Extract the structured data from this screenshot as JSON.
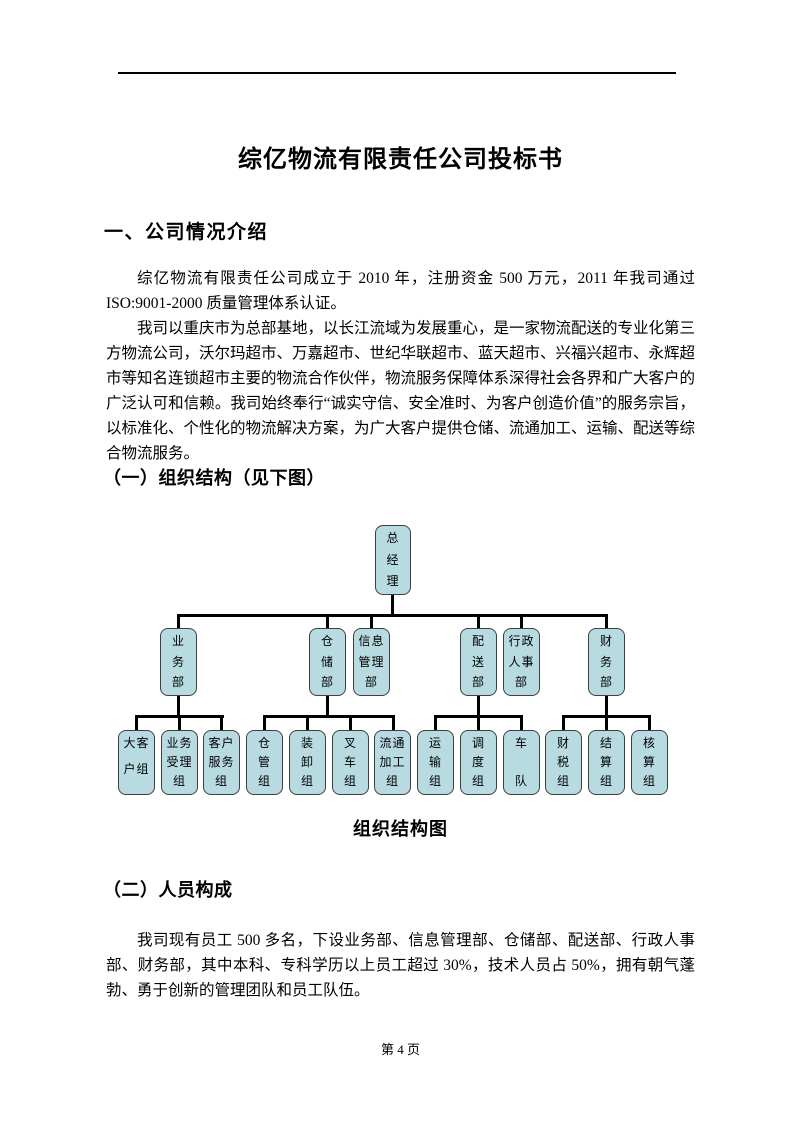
{
  "document": {
    "title": "综亿物流有限责任公司投标书",
    "section_heading": "一、公司情况介绍",
    "paragraph_1": "综亿物流有限责任公司成立于 2010 年，注册资金 500 万元，2011 年我司通过 ISO:9001-2000 质量管理体系认证。",
    "paragraph_2": "我司以重庆市为总部基地，以长江流域为发展重心，是一家物流配送的专业化第三方物流公司，沃尔玛超市、万嘉超市、世纪华联超市、蓝天超市、兴福兴超市、永辉超市等知名连锁超市主要的物流合作伙伴，物流服务保障体系深得社会各界和广大客户的广泛认可和信赖。我司始终奉行“诚实守信、安全准时、为客户创造价值”的服务宗旨，以标准化、个性化的物流解决方案，为广大客户提供仓储、流通加工、运输、配送等综合物流服务。",
    "subsection_1": "（一）组织结构（见下图）",
    "chart_caption": "组织结构图",
    "subsection_2": "（二）人员构成",
    "paragraph_3": "我司现有员工 500 多名，下设业务部、信息管理部、仓储部、配送部、行政人事部、财务部，其中本科、专科学历以上员工超过 30%，技术人员占 50%，拥有朝气蓬勃、勇于创新的管理团队和员工队伍。",
    "page_number": "第 4 页"
  },
  "org_chart": {
    "caption": "组织结构图",
    "colors": {
      "box_fill": "#b7dbe0",
      "box_border": "#3f3f3f",
      "connector": "#000000"
    },
    "boxes": [
      {
        "id": "gm",
        "label": "总经理",
        "lines": [
          "总",
          "经",
          "理"
        ],
        "level": 1,
        "parent": null
      },
      {
        "id": "yewu",
        "label": "业务部",
        "lines": [
          "业",
          "务",
          "部"
        ],
        "level": 2,
        "parent": "gm"
      },
      {
        "id": "cangchu",
        "label": "仓储部",
        "lines": [
          "仓",
          "储",
          "部"
        ],
        "level": 2,
        "parent": "gm"
      },
      {
        "id": "xinxi",
        "label": "信息管理部",
        "lines": [
          "信息",
          "管理",
          "部"
        ],
        "level": 2,
        "parent": "gm"
      },
      {
        "id": "peisong",
        "label": "配送部",
        "lines": [
          "配",
          "送",
          "部"
        ],
        "level": 2,
        "parent": "gm"
      },
      {
        "id": "renshi",
        "label": "行政人事部",
        "lines": [
          "行政",
          "人事",
          "部"
        ],
        "level": 2,
        "parent": "gm"
      },
      {
        "id": "caiwu",
        "label": "财务部",
        "lines": [
          "财",
          "务",
          "部"
        ],
        "level": 2,
        "parent": "gm"
      },
      {
        "id": "dakehu",
        "label": "大客户组",
        "lines": [
          "大客",
          "户组",
          ""
        ],
        "level": 3,
        "parent": "yewu"
      },
      {
        "id": "shouli",
        "label": "业务受理组",
        "lines": [
          "业务",
          "受理",
          "组"
        ],
        "level": 3,
        "parent": "yewu"
      },
      {
        "id": "kefu",
        "label": "客户服务组",
        "lines": [
          "客户",
          "服务",
          "组"
        ],
        "level": 3,
        "parent": "yewu"
      },
      {
        "id": "cangguan",
        "label": "仓管组",
        "lines": [
          "仓",
          "管",
          "组"
        ],
        "level": 3,
        "parent": "cangchu"
      },
      {
        "id": "zhuangxie",
        "label": "装卸组",
        "lines": [
          "装",
          "卸",
          "组"
        ],
        "level": 3,
        "parent": "cangchu"
      },
      {
        "id": "chache",
        "label": "叉车组",
        "lines": [
          "叉",
          "车",
          "组"
        ],
        "level": 3,
        "parent": "cangchu"
      },
      {
        "id": "liutong",
        "label": "流通加工组",
        "lines": [
          "流通",
          "加工",
          "组"
        ],
        "level": 3,
        "parent": "cangchu"
      },
      {
        "id": "yunshu",
        "label": "运输组",
        "lines": [
          "运",
          "输",
          "组"
        ],
        "level": 3,
        "parent": "peisong"
      },
      {
        "id": "diaodu",
        "label": "调度组",
        "lines": [
          "调",
          "度",
          "组"
        ],
        "level": 3,
        "parent": "peisong"
      },
      {
        "id": "chedui",
        "label": "车队",
        "lines": [
          "车",
          "队"
        ],
        "level": 3,
        "parent": "peisong"
      },
      {
        "id": "caishui",
        "label": "财税组",
        "lines": [
          "财",
          "税",
          "组"
        ],
        "level": 3,
        "parent": "caiwu"
      },
      {
        "id": "jiesuan",
        "label": "结算组",
        "lines": [
          "结",
          "算",
          "组"
        ],
        "level": 3,
        "parent": "caiwu"
      },
      {
        "id": "hesuan",
        "label": "核算组",
        "lines": [
          "核",
          "算",
          "组"
        ],
        "level": 3,
        "parent": "caiwu"
      }
    ]
  }
}
